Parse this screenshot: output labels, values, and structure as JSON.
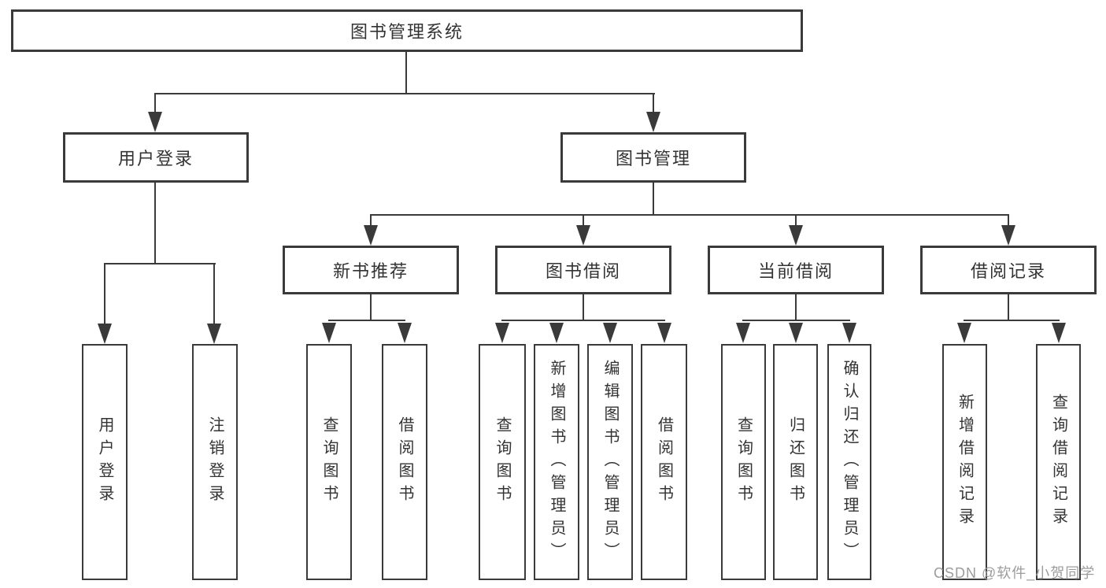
{
  "tree": {
    "root": {
      "label": "图书管理系统"
    },
    "branches": [
      {
        "label": "用户登录",
        "children": [
          {
            "label": "用户登录"
          },
          {
            "label": "注销登录"
          }
        ]
      },
      {
        "label": "图书管理",
        "children": [
          {
            "label": "新书推荐",
            "children": [
              {
                "label": "查询图书"
              },
              {
                "label": "借阅图书"
              }
            ]
          },
          {
            "label": "图书借阅",
            "children": [
              {
                "label": "查询图书"
              },
              {
                "label": "新增图书（管理员）"
              },
              {
                "label": "编辑图书（管理员）"
              },
              {
                "label": "借阅图书"
              }
            ]
          },
          {
            "label": "当前借阅",
            "children": [
              {
                "label": "查询图书"
              },
              {
                "label": "归还图书"
              },
              {
                "label": "确认归还（管理员）"
              }
            ]
          },
          {
            "label": "借阅记录",
            "children": [
              {
                "label": "新增借阅记录"
              },
              {
                "label": "查询借阅记录"
              }
            ]
          }
        ]
      }
    ]
  },
  "watermark": "CSDN @软件_小贺同学",
  "colors": {
    "line": "#3a3a3a",
    "text": "#333333",
    "watermark": "#9c9c9c",
    "background": "#ffffff"
  }
}
